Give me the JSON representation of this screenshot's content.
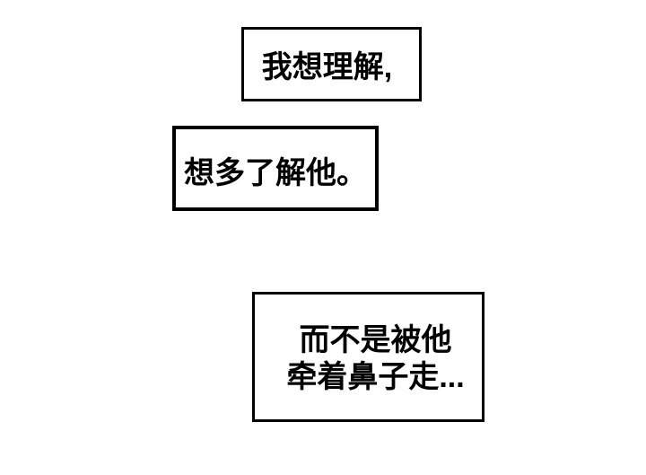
{
  "page": {
    "background_color": "#ffffff",
    "border_color": "#000000",
    "text_color": "#000000"
  },
  "captions": [
    {
      "text": "我想理解,"
    },
    {
      "text": "想多了解他。"
    },
    {
      "lines": [
        "而不是被他",
        "牵着鼻子走..."
      ]
    }
  ]
}
